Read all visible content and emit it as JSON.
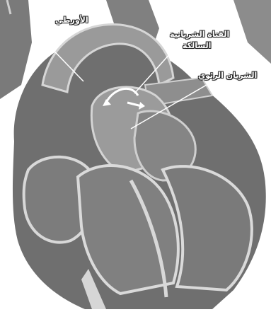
{
  "labels": {
    "aorta": "الأورطي",
    "ductus_line1": "القناة الشريانية",
    "ductus_line2": "السالكة",
    "pulmonary_artery": "الشريان الرئوي"
  },
  "colors": {
    "background": "#ffffff",
    "tissue_dark": "#6b6b6b",
    "tissue_mid": "#8a8a8a",
    "tissue_light": "#a8a8a8",
    "wall_highlight": "#d9d9d9",
    "label_text": "#ffffff",
    "flow_arrow": "#ffffff"
  }
}
